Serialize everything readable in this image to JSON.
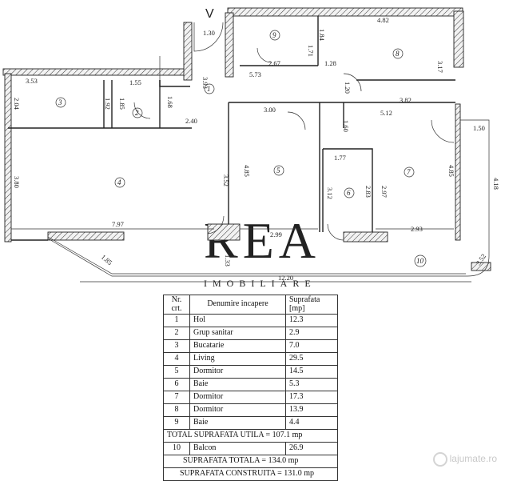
{
  "plan": {
    "entrance_marker": "V",
    "dimensions": [
      "1.30",
      "4.82",
      "3.17",
      "1.84",
      "1.71",
      "2.67",
      "1.28",
      "5.73",
      "1.20",
      "3.53",
      "1.55",
      "3.93",
      "1.92",
      "1.85",
      "2.04",
      "1.68",
      "3.82",
      "2.40",
      "3.00",
      "5.12",
      "1.60",
      "1.50",
      "1.77",
      "4.85",
      "3.80",
      "3.52",
      "4.85",
      "2.97",
      "2.83",
      "3.12",
      "4.18",
      "7.97",
      "2.99",
      "2.93",
      "1.85",
      "1.33",
      "12.20",
      "3.52"
    ],
    "room_numbers": [
      "1",
      "2",
      "3",
      "4",
      "5",
      "6",
      "7",
      "8",
      "9",
      "10"
    ],
    "watermark": "REA",
    "watermark_sub": "IMOBILIARE"
  },
  "table": {
    "headers": {
      "nr": "Nr. crt.",
      "name": "Denumire incapere",
      "area": "Suprafata [mp]"
    },
    "rows": [
      {
        "nr": "1",
        "name": "Hol",
        "area": "12.3"
      },
      {
        "nr": "2",
        "name": "Grup sanitar",
        "area": "2.9"
      },
      {
        "nr": "3",
        "name": "Bucatarie",
        "area": "7.0"
      },
      {
        "nr": "4",
        "name": "Living",
        "area": "29.5"
      },
      {
        "nr": "5",
        "name": "Dormitor",
        "area": "14.5"
      },
      {
        "nr": "6",
        "name": "Baie",
        "area": "5.3"
      },
      {
        "nr": "7",
        "name": "Dormitor",
        "area": "17.3"
      },
      {
        "nr": "8",
        "name": "Dormitor",
        "area": "13.9"
      },
      {
        "nr": "9",
        "name": "Baie",
        "area": "4.4"
      }
    ],
    "total_util": "TOTAL SUPRAFATA UTILA = 107.1 mp",
    "balcony": {
      "nr": "10",
      "name": "Balcon",
      "area": "26.9"
    },
    "total": "SUPRAFATA TOTALA = 134.0 mp",
    "total_built": "SUPRAFATA CONSTRUITA = 131.0 mp"
  },
  "logo": "lajumate.ro"
}
